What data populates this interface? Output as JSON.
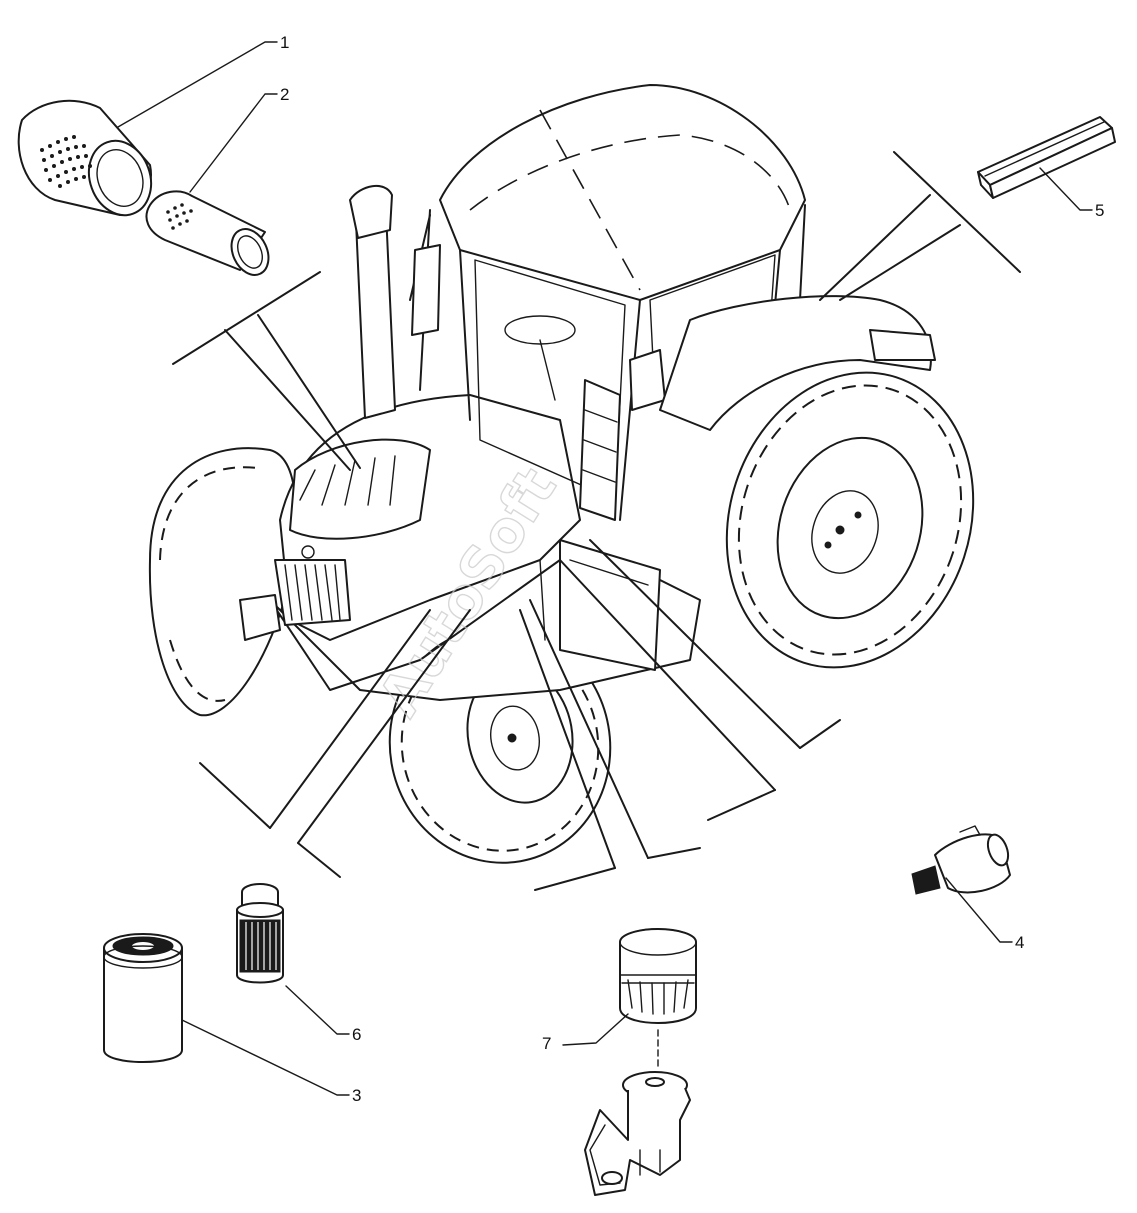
{
  "diagram": {
    "subject": "tractor",
    "watermark": "AutoSoft",
    "callouts": [
      {
        "number": "1"
      },
      {
        "number": "2"
      },
      {
        "number": "3"
      },
      {
        "number": "4"
      },
      {
        "number": "5"
      },
      {
        "number": "6"
      },
      {
        "number": "7"
      }
    ]
  }
}
